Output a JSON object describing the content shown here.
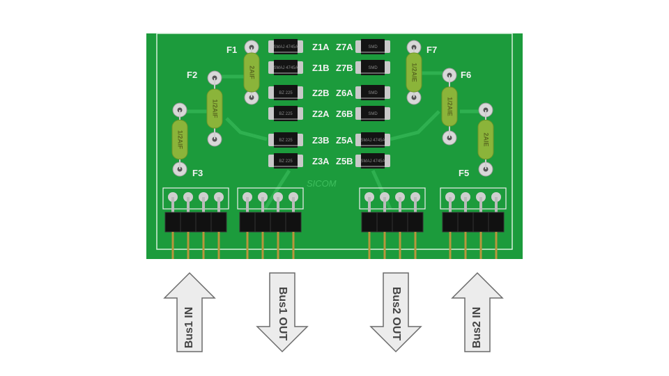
{
  "colors": {
    "pcb": "#1c9b3c",
    "trace": "#2fb050",
    "arrow_fill": "#ececec",
    "arrow_stroke": "#6a6a6a"
  },
  "board": {
    "zeners_left": [
      {
        "label": "Z1A",
        "marking": "SMAJ 4745A"
      },
      {
        "label": "Z1B",
        "marking": "SMAJ 4745A"
      },
      {
        "label": "Z2B",
        "marking": "BZ 225"
      },
      {
        "label": "Z2A",
        "marking": "BZ 225"
      },
      {
        "label": "Z3B",
        "marking": "BZ 225"
      },
      {
        "label": "Z3A",
        "marking": "BZ 225"
      }
    ],
    "zeners_right": [
      {
        "label": "Z7A",
        "marking": "SMD"
      },
      {
        "label": "Z7B",
        "marking": "SMD"
      },
      {
        "label": "Z6A",
        "marking": "SMD"
      },
      {
        "label": "Z6B",
        "marking": "SMD"
      },
      {
        "label": "Z5A",
        "marking": "SMAJ 4745A"
      },
      {
        "label": "Z5B",
        "marking": "SMAJ 4745A"
      }
    ],
    "fuses": [
      {
        "label": "F1",
        "rating": "2AlF"
      },
      {
        "label": "F2",
        "rating": "1/2AlF"
      },
      {
        "label": "F3",
        "rating": "1/2AlF"
      },
      {
        "label": "F7",
        "rating": "1/2AlE"
      },
      {
        "label": "F6",
        "rating": "1/2AlE"
      },
      {
        "label": "F5",
        "rating": "2AlE"
      }
    ],
    "logo": "SICOM"
  },
  "arrows": [
    {
      "label": "Bus1 IN",
      "direction": "up"
    },
    {
      "label": "Bus1 OUT",
      "direction": "down"
    },
    {
      "label": "Bus2 OUT",
      "direction": "down"
    },
    {
      "label": "Bus2 IN",
      "direction": "up"
    }
  ]
}
